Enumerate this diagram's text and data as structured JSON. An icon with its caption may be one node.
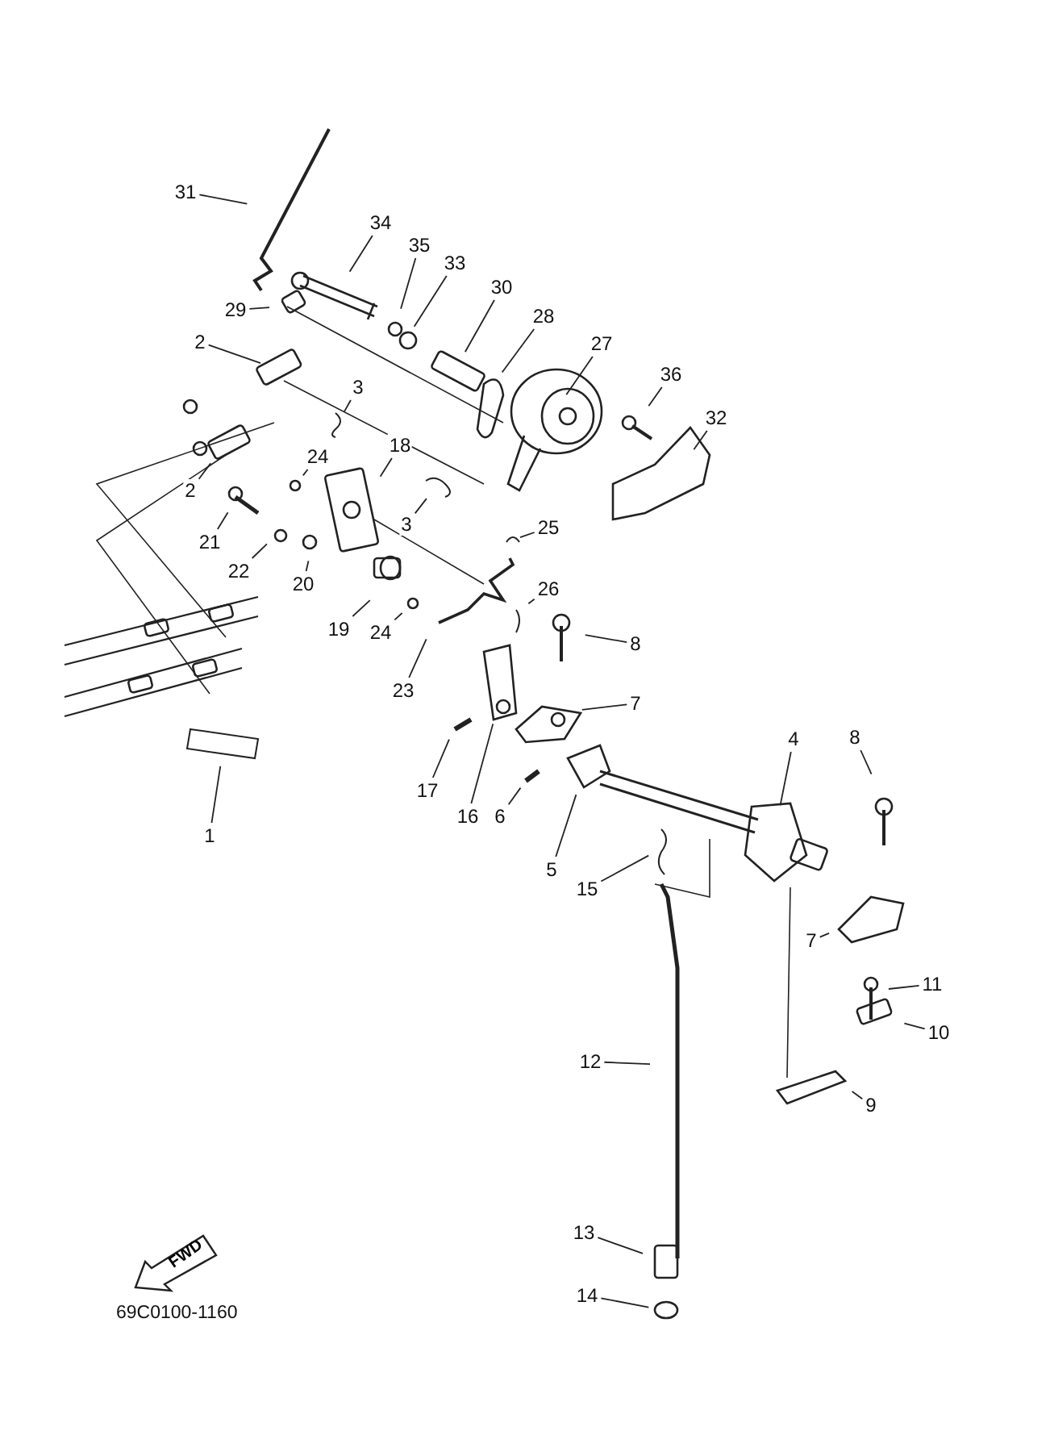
{
  "diagram": {
    "nodes": [
      {
        "text": [
          "31"
        ]
      },
      {
        "text": [
          "34"
        ]
      },
      {
        "text": [
          "35"
        ]
      },
      {
        "text": [
          "33"
        ]
      },
      {
        "text": [
          "30"
        ]
      },
      {
        "text": [
          "29"
        ]
      },
      {
        "text": [
          "28"
        ]
      },
      {
        "text": [
          "2"
        ]
      },
      {
        "text": [
          "27"
        ]
      },
      {
        "text": [
          "36"
        ]
      },
      {
        "text": [
          "32"
        ]
      },
      {
        "text": [
          "3"
        ]
      },
      {
        "text": [
          "24"
        ]
      },
      {
        "text": [
          "18"
        ]
      },
      {
        "text": [
          "2"
        ]
      },
      {
        "text": [
          "21"
        ]
      },
      {
        "text": [
          "3"
        ]
      },
      {
        "text": [
          "25"
        ]
      },
      {
        "text": [
          "22"
        ]
      },
      {
        "text": [
          "20"
        ]
      },
      {
        "text": [
          "26"
        ]
      },
      {
        "text": [
          "19"
        ]
      },
      {
        "text": [
          "24"
        ]
      },
      {
        "text": [
          "8"
        ]
      },
      {
        "text": [
          "23"
        ]
      },
      {
        "text": [
          "7"
        ]
      },
      {
        "text": [
          "4"
        ]
      },
      {
        "text": [
          "8"
        ]
      },
      {
        "text": [
          "17"
        ]
      },
      {
        "text": [
          "6"
        ]
      },
      {
        "text": [
          "16"
        ]
      },
      {
        "text": [
          "1"
        ]
      },
      {
        "text": [
          "5"
        ]
      },
      {
        "text": [
          "15"
        ]
      },
      {
        "text": [
          "7"
        ]
      },
      {
        "text": [
          "11"
        ]
      },
      {
        "text": [
          "10"
        ]
      },
      {
        "text": [
          "12"
        ]
      },
      {
        "text": [
          "9"
        ]
      },
      {
        "text": [
          "13"
        ]
      },
      {
        "text": [
          "14"
        ]
      }
    ],
    "edges": [
      {
        "from": 0,
        "to": null,
        "arrow": "none"
      },
      {
        "from": 1,
        "to": null,
        "arrow": "none"
      },
      {
        "from": 2,
        "to": null,
        "arrow": "none"
      },
      {
        "from": 3,
        "to": null,
        "arrow": "none"
      },
      {
        "from": 4,
        "to": null,
        "arrow": "none"
      },
      {
        "from": 5,
        "to": null,
        "arrow": "none"
      },
      {
        "from": 6,
        "to": null,
        "arrow": "none"
      },
      {
        "from": 7,
        "to": null,
        "arrow": "none"
      },
      {
        "from": 8,
        "to": null,
        "arrow": "none"
      },
      {
        "from": 9,
        "to": null,
        "arrow": "none"
      },
      {
        "from": 10,
        "to": null,
        "arrow": "none"
      },
      {
        "from": 11,
        "to": null,
        "arrow": "none"
      },
      {
        "from": 12,
        "to": null,
        "arrow": "none"
      },
      {
        "from": 13,
        "to": null,
        "arrow": "none"
      },
      {
        "from": 14,
        "to": null,
        "arrow": "none"
      },
      {
        "from": 15,
        "to": null,
        "arrow": "none"
      },
      {
        "from": 16,
        "to": null,
        "arrow": "none"
      },
      {
        "from": 17,
        "to": null,
        "arrow": "none"
      },
      {
        "from": 18,
        "to": null,
        "arrow": "none"
      },
      {
        "from": 19,
        "to": null,
        "arrow": "none"
      },
      {
        "from": 20,
        "to": null,
        "arrow": "none"
      },
      {
        "from": 21,
        "to": null,
        "arrow": "none"
      },
      {
        "from": 22,
        "to": null,
        "arrow": "none"
      },
      {
        "from": 23,
        "to": null,
        "arrow": "none"
      },
      {
        "from": 24,
        "to": null,
        "arrow": "none"
      },
      {
        "from": 25,
        "to": null,
        "arrow": "none"
      },
      {
        "from": 26,
        "to": null,
        "arrow": "none"
      },
      {
        "from": 27,
        "to": null,
        "arrow": "none"
      },
      {
        "from": 28,
        "to": null,
        "arrow": "none"
      },
      {
        "from": 29,
        "to": null,
        "arrow": "none"
      },
      {
        "from": 30,
        "to": null,
        "arrow": "none"
      },
      {
        "from": 31,
        "to": null,
        "arrow": "none"
      },
      {
        "from": 32,
        "to": null,
        "arrow": "none"
      },
      {
        "from": 33,
        "to": null,
        "arrow": "none"
      },
      {
        "from": 34,
        "to": null,
        "arrow": "none"
      },
      {
        "from": 35,
        "to": null,
        "arrow": "none"
      },
      {
        "from": 36,
        "to": null,
        "arrow": "none"
      },
      {
        "from": 37,
        "to": null,
        "arrow": "none"
      },
      {
        "from": 38,
        "to": null,
        "arrow": "none"
      },
      {
        "from": 39,
        "to": null,
        "arrow": "none"
      },
      {
        "from": 40,
        "to": null,
        "arrow": "none"
      }
    ],
    "labels": [
      "FWD",
      "69C0100-1160"
    ]
  }
}
